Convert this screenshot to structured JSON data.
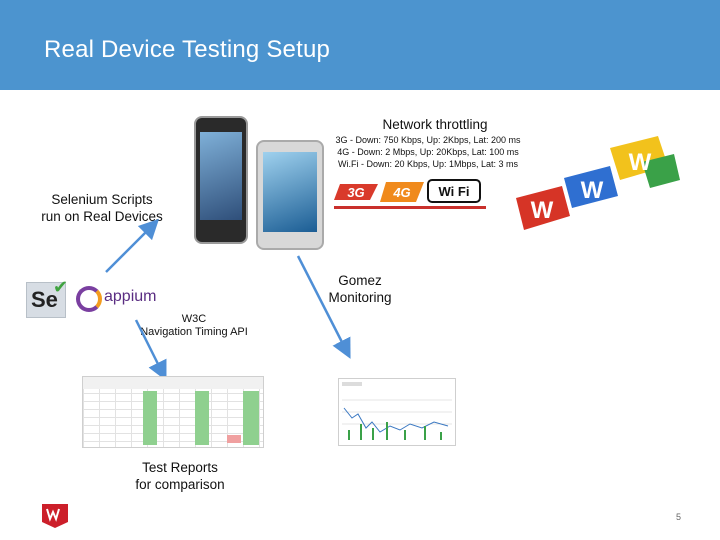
{
  "slide": {
    "title": "Real Device Testing Setup",
    "page_number": "5"
  },
  "network": {
    "heading": "Network throttling",
    "lines": [
      "3G - Down: 750 Kbps, Up: 2Kbps, Lat: 200 ms",
      "4G - Down: 2 Mbps, Up: 20Kbps, Lat: 100 ms",
      "Wi.Fi - Down: 20 Kbps, Up: 1Mbps, Lat: 3 ms"
    ],
    "badges": [
      "3G",
      "4G",
      "Wi Fi"
    ]
  },
  "labels": {
    "selenium": [
      "Selenium Scripts",
      "run on Real Devices"
    ],
    "gomez": [
      "Gomez",
      "Monitoring"
    ],
    "w3c": [
      "W3C",
      "Navigation Timing API"
    ],
    "reports": [
      "Test Reports",
      "for comparison"
    ]
  },
  "logos": {
    "selenium": "Se",
    "appium": "appium",
    "puzzle_letters": [
      "W",
      "W",
      "W"
    ]
  },
  "colors": {
    "header": "#4c94cf",
    "arrow": "#4f8fd6",
    "badge_red": "#d93a2b",
    "badge_orange": "#f08a1c"
  }
}
